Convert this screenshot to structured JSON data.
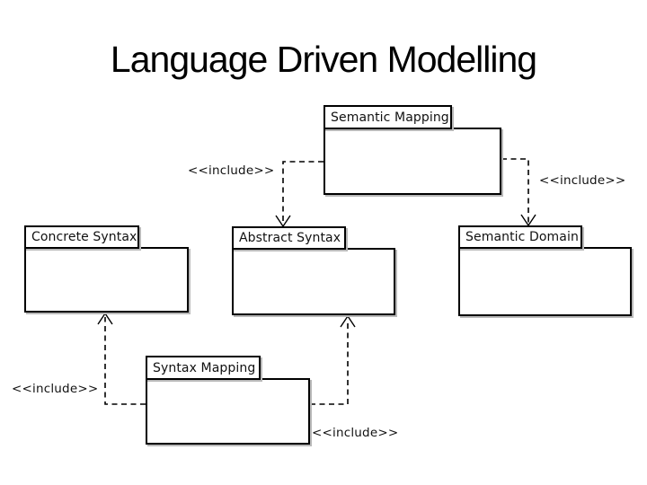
{
  "title": "Language Driven Modelling",
  "diagram": {
    "type": "uml-package-diagram",
    "packages": [
      {
        "id": "semantic-mapping",
        "label": "Semantic Mapping"
      },
      {
        "id": "concrete-syntax",
        "label": "Concrete Syntax"
      },
      {
        "id": "abstract-syntax",
        "label": "Abstract Syntax"
      },
      {
        "id": "semantic-domain",
        "label": "Semantic Domain"
      },
      {
        "id": "syntax-mapping",
        "label": "Syntax Mapping"
      }
    ],
    "connectors": [
      {
        "from": "semantic-mapping",
        "to": "abstract-syntax",
        "label": "<<include>>",
        "style": "dashed-open-arrow"
      },
      {
        "from": "semantic-mapping",
        "to": "semantic-domain",
        "label": "<<include>>",
        "style": "dashed-open-arrow"
      },
      {
        "from": "syntax-mapping",
        "to": "concrete-syntax",
        "label": "<<include>>",
        "style": "dashed-open-arrow"
      },
      {
        "from": "syntax-mapping",
        "to": "abstract-syntax",
        "label": "<<include>>",
        "style": "dashed-open-arrow"
      }
    ]
  },
  "colors": {
    "background": "#ffffff",
    "line": "#000000",
    "text": "#111111",
    "shadow": "#b9b9b9"
  }
}
